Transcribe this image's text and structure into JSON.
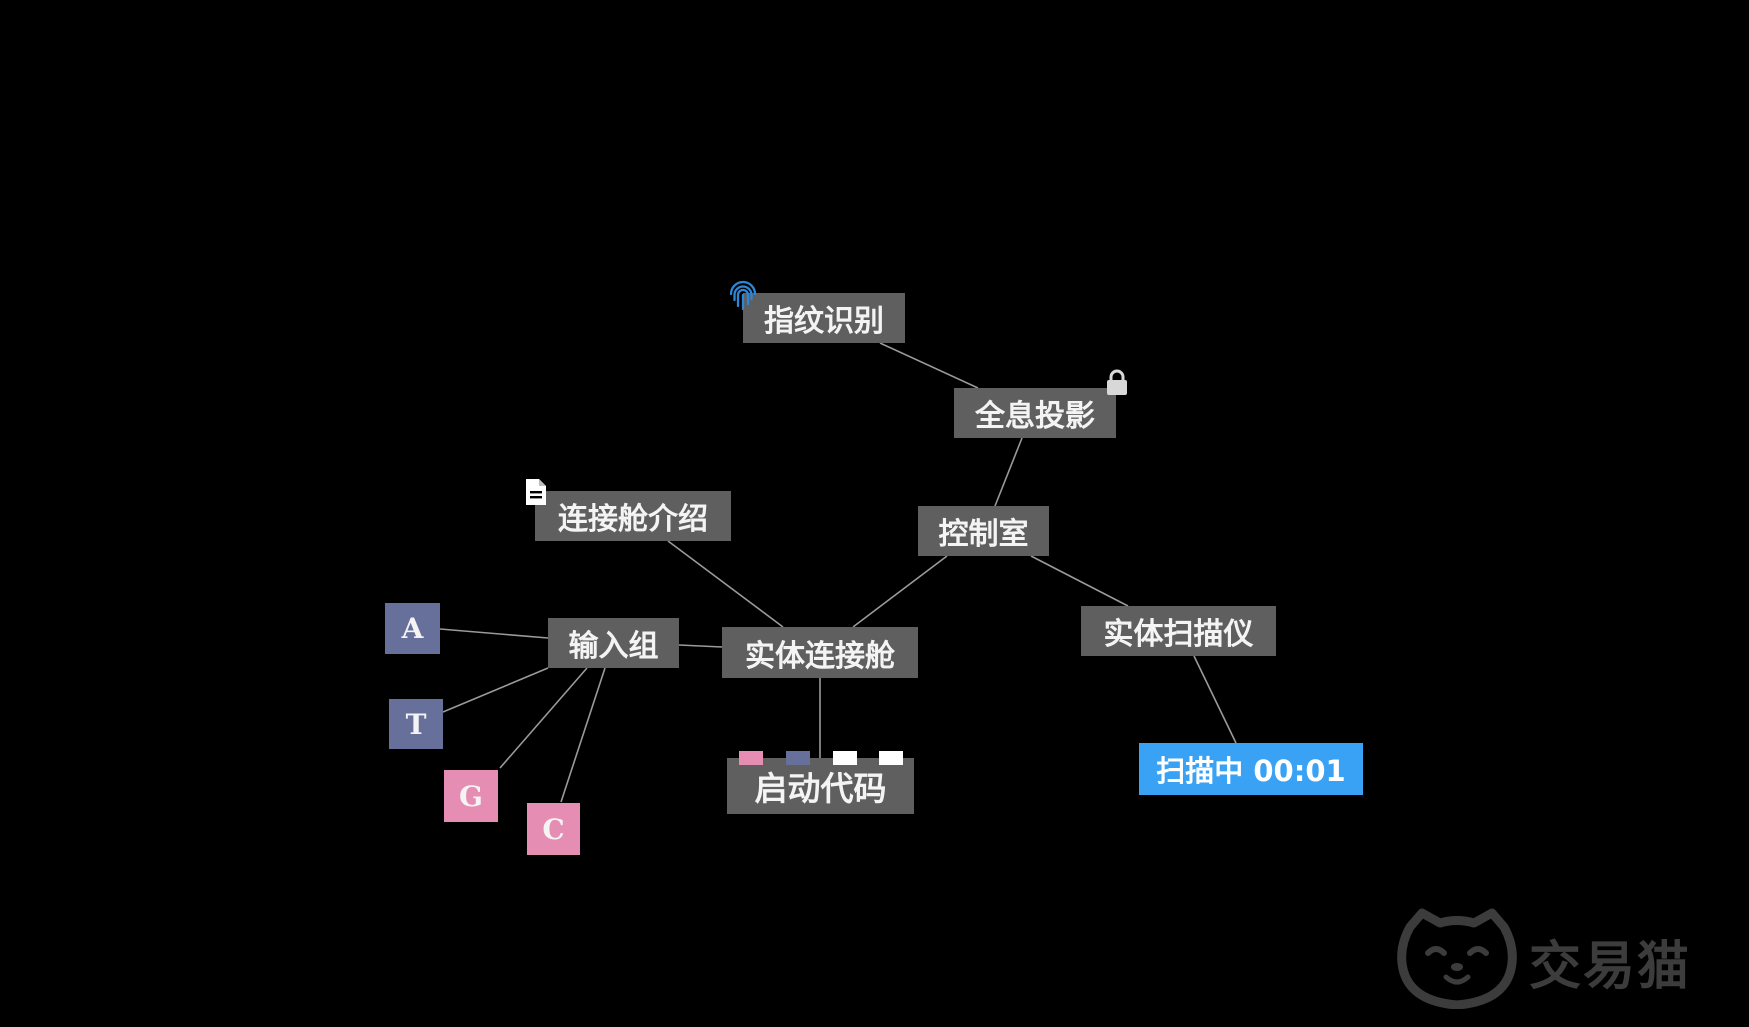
{
  "nodes": {
    "fingerprint": "指纹识别",
    "hologram": "全息投影",
    "control_room": "控制室",
    "dock_intro": "连接舱介绍",
    "input_group": "输入组",
    "entity_dock": "实体连接舱",
    "entity_scanner": "实体扫描仪",
    "start_code": "启动代码"
  },
  "tiles": {
    "a": "A",
    "t": "T",
    "g": "G",
    "c": "C"
  },
  "scanner_status": "扫描中 00:01",
  "code_chips": [
    "#e68db3",
    "#66709b",
    "#ffffff",
    "#ffffff"
  ],
  "watermark": "交易猫",
  "colors": {
    "node_bg": "#5f5f5f",
    "tile_blue": "#66709b",
    "tile_pink": "#e68db3",
    "scan_blue": "#3aa2f5",
    "edge": "#9a9a9a"
  },
  "icons": {
    "fingerprint": "fingerprint-icon",
    "hologram": "lock-icon",
    "dock_intro": "document-icon",
    "watermark": "cat-logo-icon"
  }
}
